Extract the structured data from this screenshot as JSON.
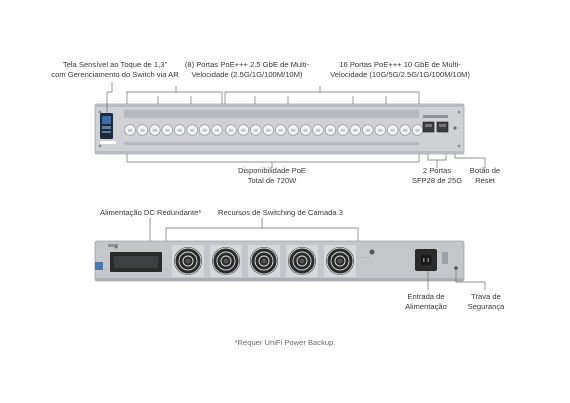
{
  "front": {
    "touchscreen_label": [
      "Tela Sensível ao Toque de 1,3\"",
      "com Gerenciamento do Switch via AR"
    ],
    "ports_25g_label": [
      "(8) Portas PoE+++ 2.5 GbE de Multi-",
      "Velocidade (2.5G/1G/100M/10M)"
    ],
    "ports_10g_label": [
      "16 Portas PoE+++ 10 GbE de Multi-",
      "Velocidade (10G/5G/2.5G/1G/100M/10M)"
    ],
    "poe_label": [
      "Disponibilidade PoE",
      "Total de 720W"
    ],
    "sfp_label": [
      "2 Portas",
      "SFP28 de 25G"
    ],
    "reset_label": [
      "Botão de",
      "Reset"
    ]
  },
  "back": {
    "dc_label": "Alimentação DC Redundante*",
    "l3_label": "Recursos de Switching de Camada 3",
    "power_input_label": [
      "Entrada de",
      "Alimentação"
    ],
    "lock_label": [
      "Trava de",
      "Segurança"
    ]
  },
  "footnote": "*Requer UniFi Power Backup.",
  "colors": {
    "chassis": "#c9cbce",
    "chassis_dark": "#a9acb0",
    "port": "#f4f5f6",
    "line": "#6e6e6e",
    "screen": "#1c2a3a",
    "fan": "#2b2b2b"
  }
}
